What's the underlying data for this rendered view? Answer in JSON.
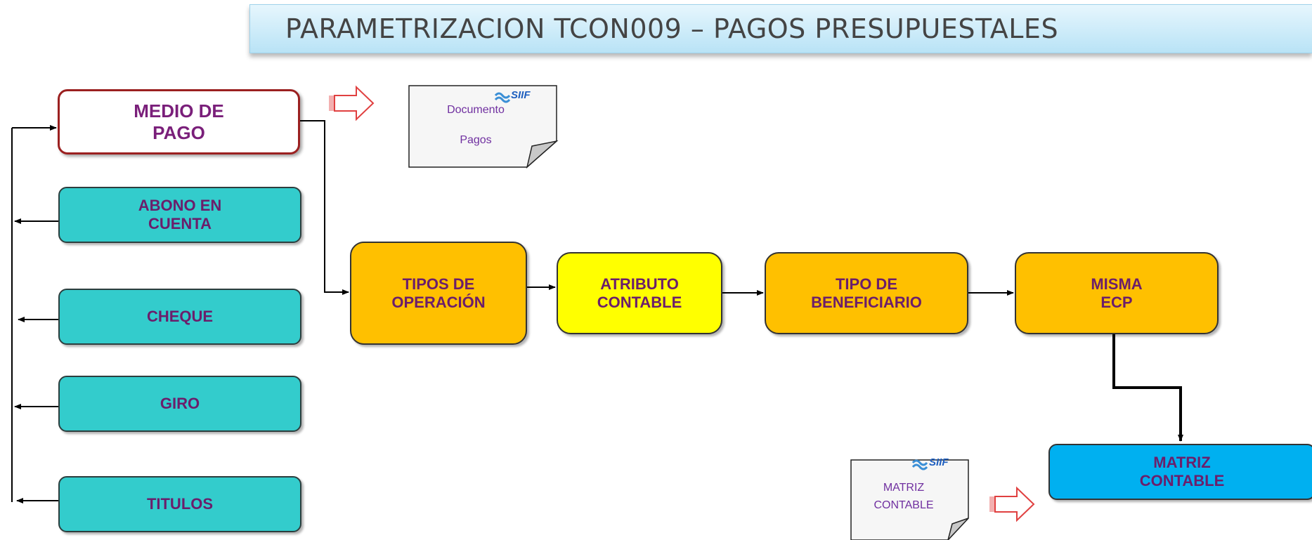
{
  "title": "PARAMETRIZACION TCON009 – PAGOS PRESUPUESTALES",
  "boxes": {
    "medio_de_pago": "MEDIO DE\nPAGO",
    "abono_en_cuenta": "ABONO EN\nCUENTA",
    "cheque": "CHEQUE",
    "giro": "GIRO",
    "titulos": "TITULOS",
    "tipos_de_operacion": "TIPOS DE\nOPERACIÓN",
    "atributo_contable": "ATRIBUTO\nCONTABLE",
    "tipo_de_beneficiario": "TIPO DE\nBENEFICIARIO",
    "misma_ecp": "MISMA\nECP",
    "matriz_contable": "MATRIZ\nCONTABLE"
  },
  "documents": {
    "pagos": {
      "line1": "Documento",
      "line2": "Pagos",
      "logo": "SIIF"
    },
    "matriz": {
      "line1": "MATRIZ",
      "line2": "CONTABLE",
      "logo": "SIIF"
    }
  },
  "colors": {
    "title_text": "#444444",
    "label_text": "#6b1e6b",
    "teal": "#33cccc",
    "orange": "#ffc000",
    "yellow": "#ffff00",
    "blue": "#00b0f0",
    "border_red": "#9b2020",
    "doc_text": "#7030a0",
    "hollow_arrow": "#e04040"
  },
  "icons": [
    "hollow-right-arrow-icon",
    "document-icon",
    "siif-logo-icon"
  ]
}
